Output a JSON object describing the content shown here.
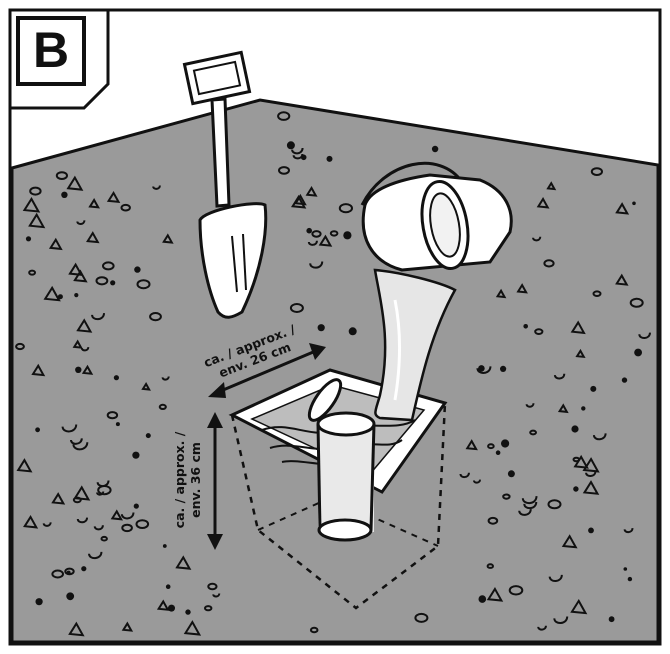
{
  "panel_label": "B",
  "width_label": {
    "line1": "ca. / approx. /",
    "line2": "env. 26 cm"
  },
  "depth_label": {
    "line1": "ca. / approx. /",
    "line2": "env. 36 cm"
  },
  "colors": {
    "ground": "#9a9a9a",
    "outline": "#111111",
    "background": "#ffffff",
    "pour": "#e6e6e6"
  },
  "illustration": {
    "objects": [
      "shovel-icon",
      "bucket-icon",
      "concrete-pour",
      "post-hole",
      "post-sleeve",
      "gravel-stones"
    ]
  }
}
